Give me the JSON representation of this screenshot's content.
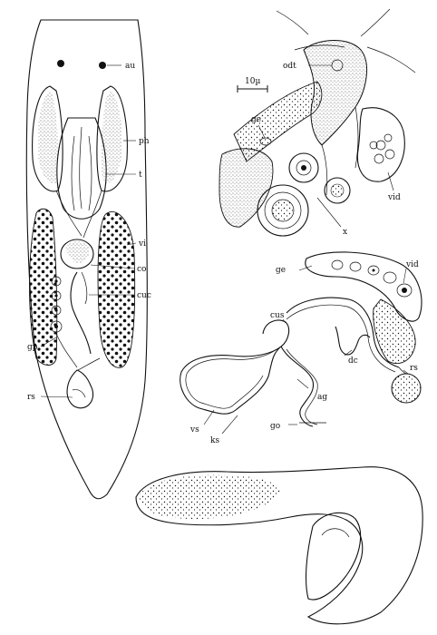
{
  "panels": [
    {
      "id": "body",
      "labels": {
        "au": "au",
        "ph": "ph",
        "t": "t",
        "vi": "vi",
        "co": "co",
        "cuc": "cuc",
        "gp": "gp",
        "rs": "rs"
      }
    },
    {
      "id": "section",
      "scale": "10µ",
      "labels": {
        "odt": "odt",
        "ge": "ge",
        "vid": "vid",
        "x": "x"
      }
    },
    {
      "id": "genital",
      "labels": {
        "ge": "ge",
        "vid": "vid",
        "cus": "cus",
        "dc": "dc",
        "rs": "rs",
        "ag": "ag",
        "go": "go",
        "vs": "vs",
        "ks": "ks"
      }
    },
    {
      "id": "outline",
      "labels": {}
    }
  ],
  "colors": {
    "ink": "#111111",
    "paper": "#ffffff"
  }
}
